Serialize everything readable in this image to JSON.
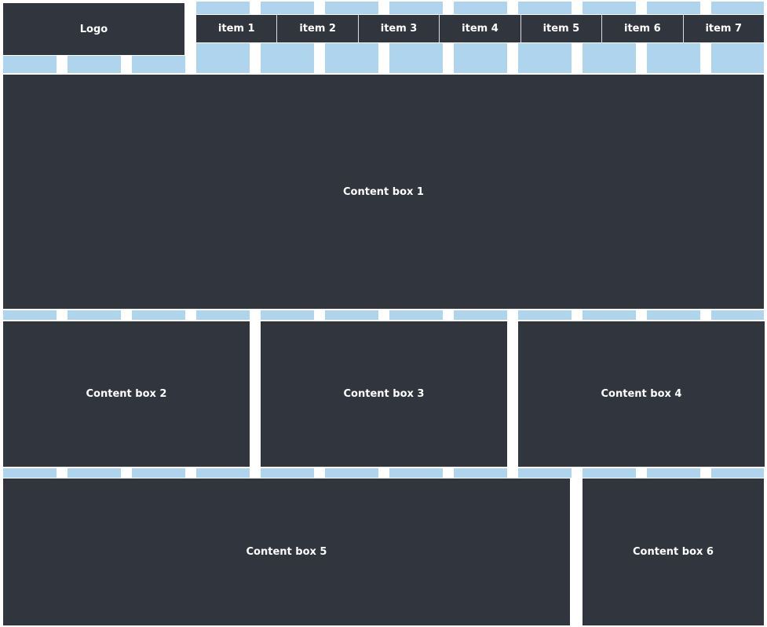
{
  "header": {
    "logo_label": "Logo"
  },
  "nav": {
    "items": [
      {
        "label": "item 1"
      },
      {
        "label": "item 2"
      },
      {
        "label": "item 3"
      },
      {
        "label": "item 4"
      },
      {
        "label": "item 5"
      },
      {
        "label": "item 6"
      },
      {
        "label": "item 7"
      }
    ]
  },
  "content": {
    "box1": "Content box 1",
    "box2": "Content box 2",
    "box3": "Content box 3",
    "box4": "Content box 4",
    "box5": "Content box 5",
    "box6": "Content box 6"
  },
  "colors": {
    "box_background": "#31353d",
    "grid_guide": "#afd4ee",
    "text": "#ffffff"
  }
}
